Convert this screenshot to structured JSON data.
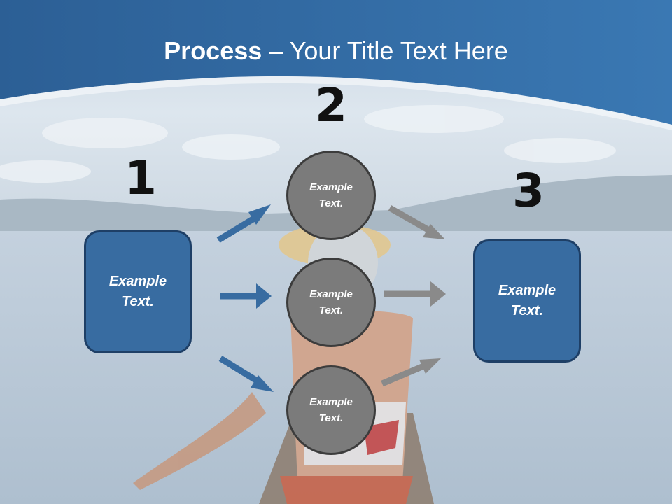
{
  "title": {
    "bold": "Process",
    "rest": " – Your Title Text Here"
  },
  "steps": {
    "one": "1",
    "two": "2",
    "three": "3"
  },
  "boxes": {
    "left": "Example\nText.",
    "right": "Example\nText."
  },
  "circles": {
    "top": "Example\nText.",
    "middle": "Example\nText.",
    "bottom": "Example\nText."
  },
  "colors": {
    "header_blue": "#2e67a0",
    "box_fill": "#386ca1",
    "box_border": "#1e3f66",
    "circle_fill": "#7b7b7b",
    "arrow_blue": "#386ca1",
    "arrow_gray": "#8a8a8a"
  }
}
